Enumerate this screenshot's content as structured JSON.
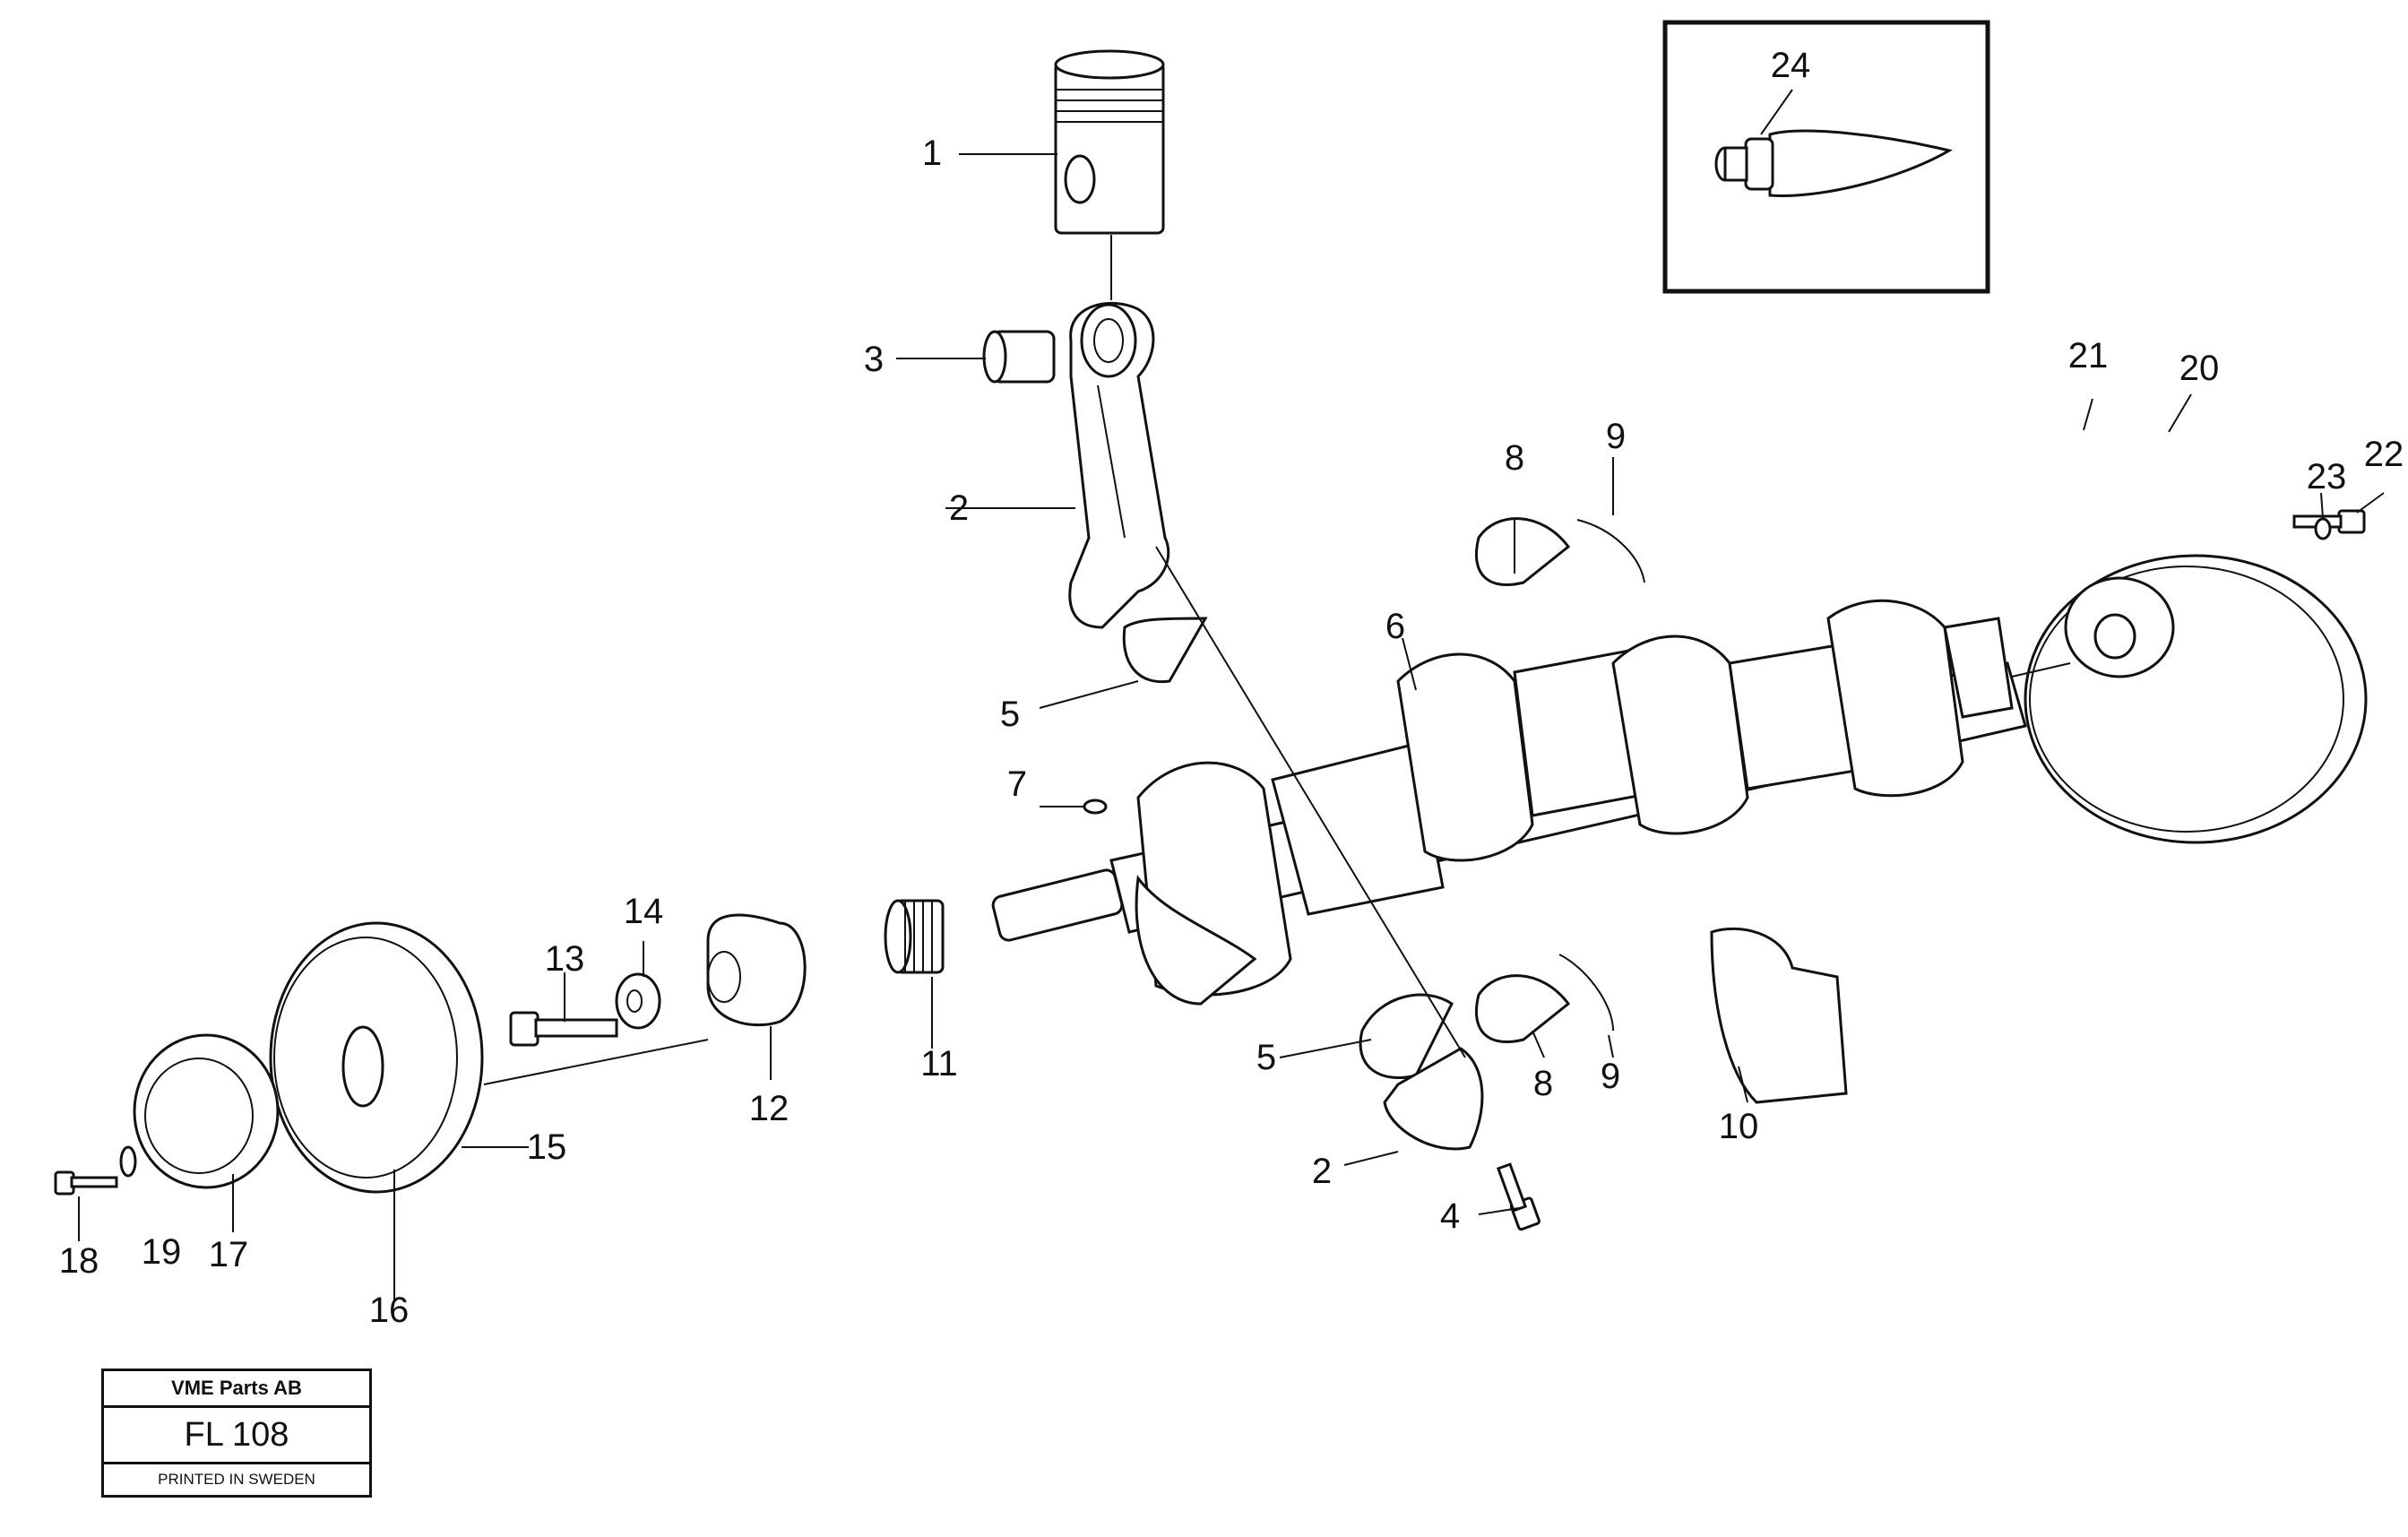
{
  "diagram": {
    "callouts": [
      "1",
      "2",
      "3",
      "2",
      "4",
      "5",
      "5",
      "6",
      "7",
      "8",
      "8",
      "9",
      "9",
      "10",
      "11",
      "12",
      "13",
      "14",
      "15",
      "16",
      "17",
      "18",
      "19",
      "20",
      "21",
      "22",
      "23",
      "24"
    ]
  },
  "stamp": {
    "company": "VME Parts AB",
    "code": "FL 108",
    "printed": "PRINTED IN SWEDEN"
  }
}
